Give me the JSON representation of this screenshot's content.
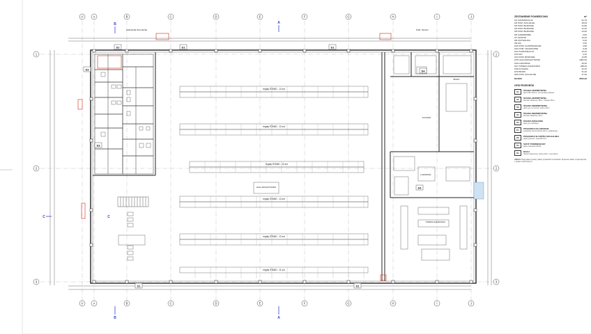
{
  "grid": {
    "top": [
      "A'",
      "A",
      "B",
      "C",
      "D",
      "E",
      "F",
      "G",
      "H",
      "I",
      "J"
    ],
    "bottom": [
      "A'",
      "A",
      "B",
      "C",
      "D",
      "E",
      "F",
      "G",
      "H",
      "I",
      "J"
    ],
    "rows": [
      "1",
      "2",
      "3"
    ]
  },
  "sections": {
    "cut_b": "B",
    "cut_a": "A",
    "cut_c": "C"
  },
  "plan_labels": {
    "wall_s1": "S1",
    "wall_s2": "S2",
    "wall_s3": "S3",
    "wall_s4": "S4",
    "rack_1": "regały STAND - 12 szt",
    "rack_2": "regały STAND - 12 szt",
    "rack_3": "regały STAND - 12 szt",
    "rack_4": "regały STAND - 12 szt",
    "rack_5": "regały STAND - 12 szt",
    "rack_6": "regały STAND - 11 szt",
    "hall": "HALA MAGAZYNOWA",
    "wardrobe": "ZAPLECZE SOCJALNE",
    "office": "BIURO",
    "techn": "POM. TECHN.",
    "kitchen": "KUCHNIA",
    "charging": "ŁADOWNIA",
    "loading": "STREFA ZAŁADUNKU"
  },
  "legend": {
    "title": "ZESTAWIENIE POWIERZCHNI",
    "col_area": "m²",
    "rooms": [
      [
        "0/1 KOMUNIKACJA",
        "31,78"
      ],
      [
        "0/2 POM. SOCJALNE",
        "18,63"
      ],
      [
        "0/3 POM. BIUROWE",
        "14,82"
      ],
      [
        "0/4 POM. BIUROWE",
        "12,45"
      ],
      [
        "0/5 POM. BIUROWE",
        "13,06"
      ],
      [
        "0/6 GARDEROBA",
        "9,82"
      ],
      [
        "0/7 SZATNIA",
        "10,24"
      ],
      [
        "0/8 UMYWALNIA",
        "6,40"
      ],
      [
        "0/9 WC",
        "3,52"
      ],
      [
        "0/10 POM. GOSPODARCZE",
        "4,86"
      ],
      [
        "0/11 POM. TECHNICZNE",
        "9,18"
      ],
      [
        "0/12 KOMUNIKACJA",
        "15,22"
      ],
      [
        "0/13 WC",
        "3,10"
      ],
      [
        "0/14 POM. BIUROWE",
        "12,85"
      ],
      [
        "0/15 HALA MAGAZYNOWA",
        "1984,60"
      ],
      [
        "0/16 ŁADOWNIA",
        "45,30"
      ],
      [
        "0/17 STREFA ZAŁADUNKU",
        "268,40"
      ],
      [
        "0/18 KUCHNIA",
        "22,15"
      ],
      [
        "0/19 BIURO",
        "31,40"
      ],
      [
        "0/20 POM. SOCJALNE",
        "17,20"
      ]
    ],
    "total_label": "RAZEM",
    "total_value": "2620,06",
    "walls_title": "OPIS PRZEGRÓD",
    "walls": [
      {
        "code": "S1",
        "name": "ŚCIANA ZEWNĘTRZNA",
        "desc": "płyta PIR 100mm, konstrukcja stalowa"
      },
      {
        "code": "S2",
        "name": "ŚCIANA ZEWNĘTRZNA",
        "desc": "bloczek silikatowy 18cm, izolacja 15cm"
      },
      {
        "code": "S3",
        "name": "ŚCIANA WEWNĘTRZNA",
        "desc": "płyta g-k na ruszcie, wełna 10cm"
      },
      {
        "code": "S4",
        "name": "ŚCIANA WEWNĘTRZNA",
        "desc": "bloczek silikatowy 12cm"
      },
      {
        "code": "S5",
        "name": "ŚCIANA DZIAŁOWA",
        "desc": "płyta g-k podwójna"
      },
      {
        "code": "P1",
        "name": "POSADZKA NA GRUNCIE",
        "desc": "posadzka przemysłowa 20cm, podbudowa"
      },
      {
        "code": "P2",
        "name": "POSADZKA W CZĘŚCI SOCJALNEJ",
        "desc": "płytki gresowe, wylewka 6cm"
      },
      {
        "code": "P3",
        "name": "SUFIT PODWIESZANY",
        "desc": "płyta mineralna 60x60"
      },
      {
        "code": "D1",
        "name": "DACH",
        "desc": "blacha trapezowa, wełna 20cm, membrana"
      }
    ],
    "note_title": "UWAGI:",
    "note": "Wszystkie wymiary należy sprawdzić na budowie. Rysunek należy czytać łącznie z opisem technicznym."
  }
}
